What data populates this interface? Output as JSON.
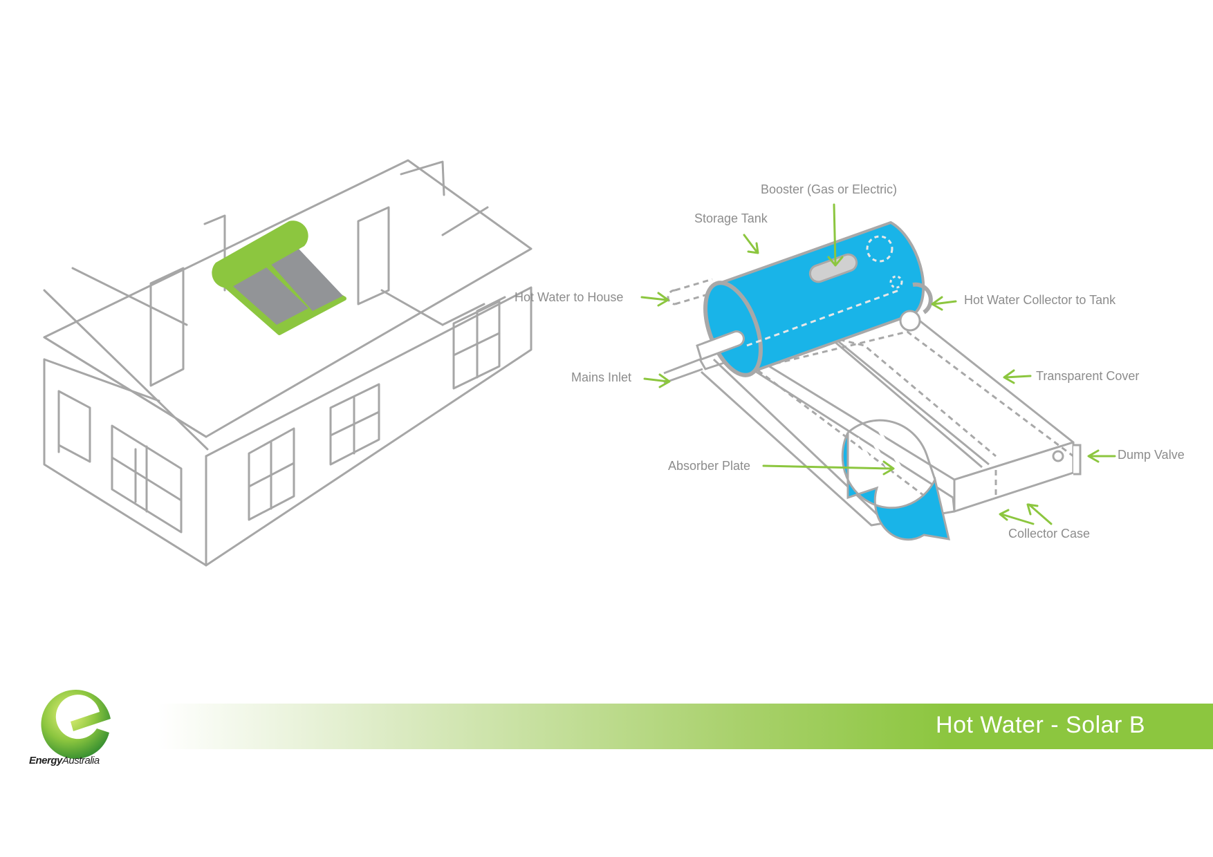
{
  "labels": {
    "booster": "Booster (Gas or Electric)",
    "storage_tank": "Storage Tank",
    "hot_water_to_house": "Hot Water to House",
    "hot_water_collector_to_tank": "Hot Water Collector to Tank",
    "mains_inlet": "Mains Inlet",
    "transparent_cover": "Transparent Cover",
    "absorber_plate": "Absorber Plate",
    "dump_valve": "Dump Valve",
    "collector_case": "Collector Case"
  },
  "banner": {
    "title": "Hot Water - Solar B"
  },
  "brand": {
    "name_part1": "Energy",
    "name_part2": "Australia"
  },
  "colors": {
    "accent_green": "#8cc63f",
    "water_blue": "#19b4e8",
    "line_grey": "#a0a0a0",
    "panel_grey": "#929497",
    "text_grey": "#8c8c8c"
  },
  "icons": {
    "logo": "energyaustralia-e-logo-icon",
    "arrows": "green-pointer-arrow-icon"
  }
}
